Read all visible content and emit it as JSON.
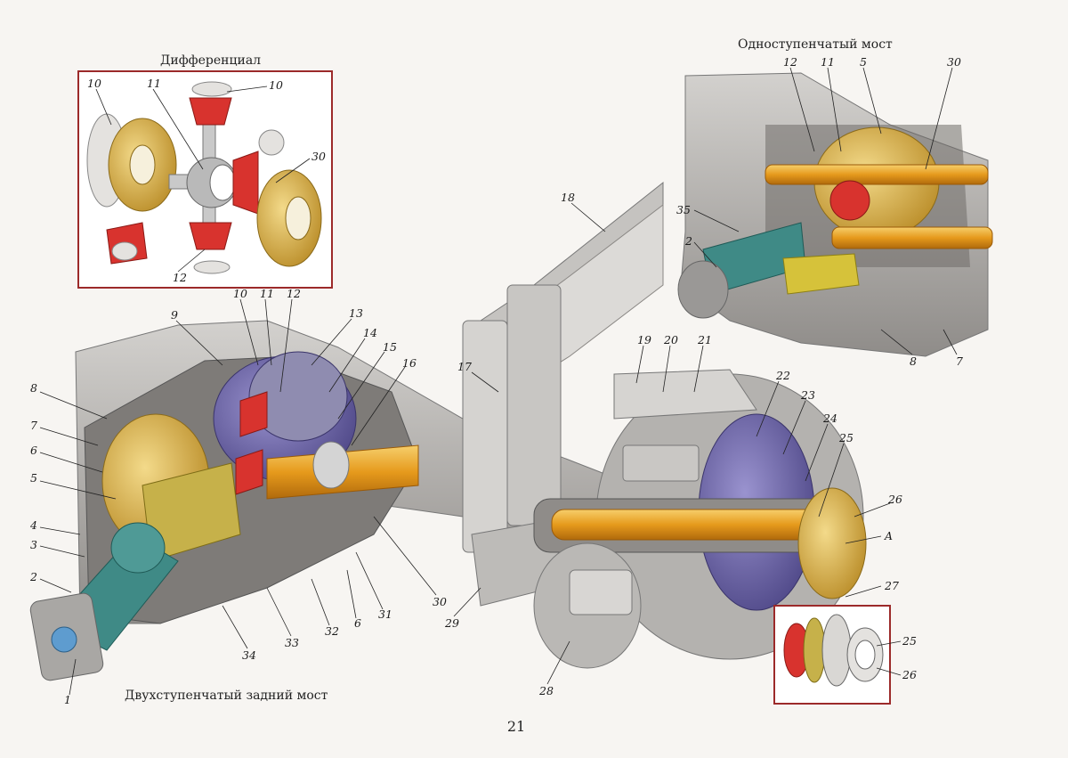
{
  "titles": {
    "differential": "Дифференциал",
    "single_stage": "Одноступенчатый мост",
    "two_stage": "Двухступенчатый задний мост"
  },
  "page_number": "21",
  "callouts": {
    "diff": [
      "10",
      "11",
      "10",
      "30",
      "12"
    ],
    "single": [
      "12",
      "11",
      "5",
      "30",
      "35",
      "2",
      "8",
      "7"
    ],
    "main_left": [
      "9",
      "10",
      "11",
      "12",
      "13",
      "14",
      "15",
      "16",
      "8",
      "7",
      "6",
      "5",
      "4",
      "3",
      "2",
      "1",
      "34",
      "33",
      "32",
      "6",
      "31",
      "30"
    ],
    "main_right": [
      "17",
      "18",
      "19",
      "20",
      "21",
      "22",
      "23",
      "24",
      "25",
      "26",
      "A",
      "27",
      "29",
      "28"
    ],
    "hub_inset": [
      "25",
      "26"
    ]
  },
  "colors": {
    "housing": "#b9b7b4",
    "housing_dark": "#8d8a87",
    "shaft": "#e8a12a",
    "gear_gold": "#d9b04a",
    "gear_red": "#d8332e",
    "gear_teal": "#3f8a86",
    "purple": "#6f67a8",
    "inset_border": "#9c2a2a"
  },
  "icons": [
    "differential-gears-illustration",
    "axle-housing-illustration",
    "leaf-spring-illustration",
    "wheel-hub-illustration"
  ]
}
